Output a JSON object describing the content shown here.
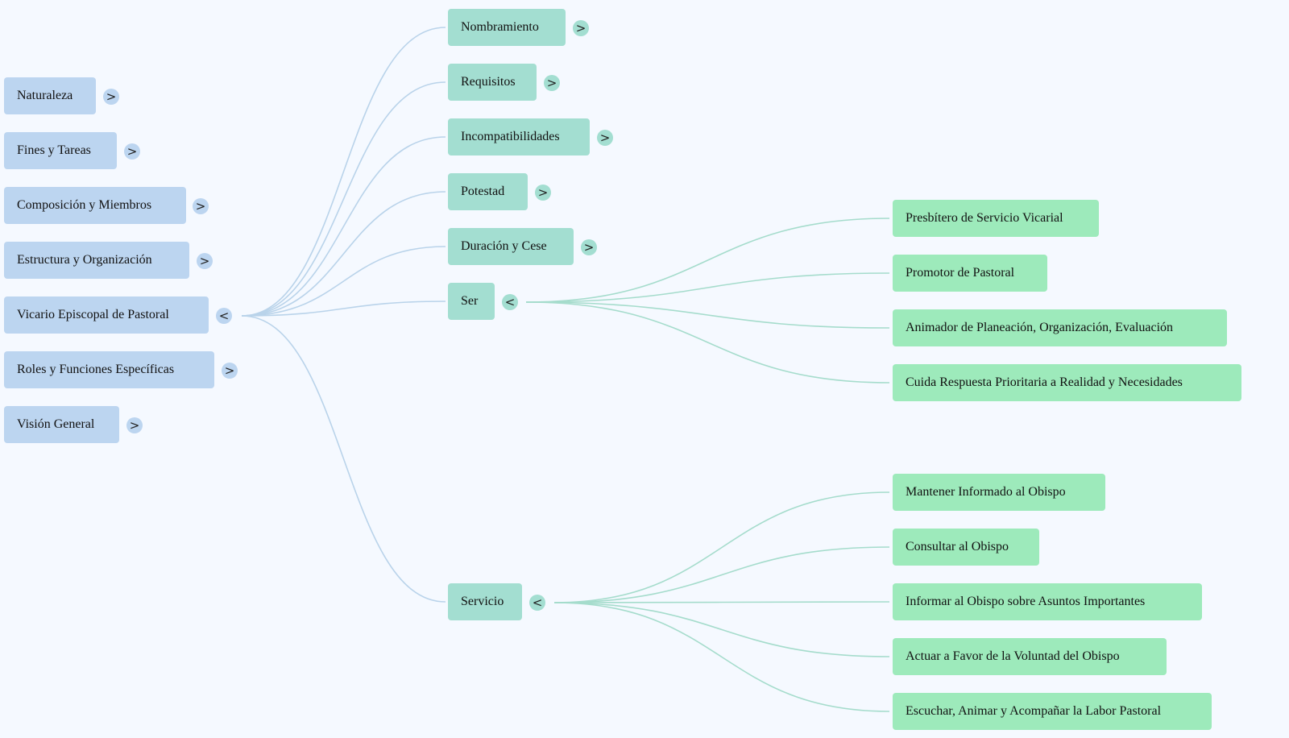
{
  "colors": {
    "background": "#f5f9ff",
    "level1_node": "#bcd5f0",
    "level2_node": "#a3ded1",
    "level3_node": "#9deabb",
    "edge_level1": "#b9d3ea",
    "edge_level2": "#a5dccc"
  },
  "icons": {
    "expand": "chevron-right-icon",
    "collapse": "chevron-left-icon"
  },
  "left_nodes": [
    {
      "label": "Naturaleza",
      "toggle": ">"
    },
    {
      "label": "Fines y Tareas",
      "toggle": ">"
    },
    {
      "label": "Composición y Miembros",
      "toggle": ">"
    },
    {
      "label": "Estructura y Organización",
      "toggle": ">"
    },
    {
      "label": "Vicario Episcopal de Pastoral",
      "toggle": "<"
    },
    {
      "label": "Roles y Funciones Específicas",
      "toggle": ">"
    },
    {
      "label": "Visión General",
      "toggle": ">"
    }
  ],
  "mid_nodes": [
    {
      "label": "Nombramiento",
      "toggle": ">"
    },
    {
      "label": "Requisitos",
      "toggle": ">"
    },
    {
      "label": "Incompatibilidades",
      "toggle": ">"
    },
    {
      "label": "Potestad",
      "toggle": ">"
    },
    {
      "label": "Duración y Cese",
      "toggle": ">"
    },
    {
      "label": "Ser",
      "toggle": "<"
    },
    {
      "label": "Servicio",
      "toggle": "<"
    }
  ],
  "ser_children": [
    {
      "label": "Presbítero de Servicio Vicarial"
    },
    {
      "label": "Promotor de Pastoral"
    },
    {
      "label": "Animador de Planeación, Organización, Evaluación"
    },
    {
      "label": "Cuida Respuesta Prioritaria a Realidad y Necesidades"
    }
  ],
  "servicio_children": [
    {
      "label": "Mantener Informado al Obispo"
    },
    {
      "label": "Consultar al Obispo"
    },
    {
      "label": "Informar al Obispo sobre Asuntos Importantes"
    },
    {
      "label": "Actuar a Favor de la Voluntad del Obispo"
    },
    {
      "label": "Escuchar, Animar y Acompañar la Labor Pastoral"
    }
  ]
}
